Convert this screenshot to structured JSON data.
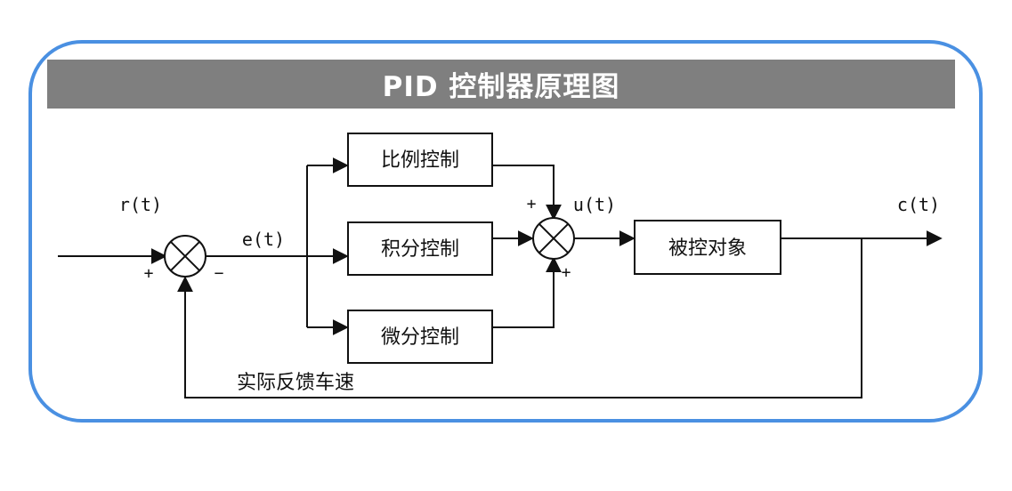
{
  "title": "PID 控制器原理图",
  "blocks": {
    "proportional": "比例控制",
    "integral": "积分控制",
    "derivative": "微分控制",
    "plant": "被控对象"
  },
  "signals": {
    "reference": "r(t)",
    "error": "e(t)",
    "control": "u(t)",
    "output": "c(t)"
  },
  "signs": {
    "sum1_input": "+",
    "sum1_feedback": "−",
    "sum2_top": "+",
    "sum2_bottom": "+"
  },
  "feedback_label": "实际反馈车速",
  "colors": {
    "frame_border": "#4a90e2",
    "title_bar": "#7f7f7f",
    "title_text": "#ffffff"
  }
}
